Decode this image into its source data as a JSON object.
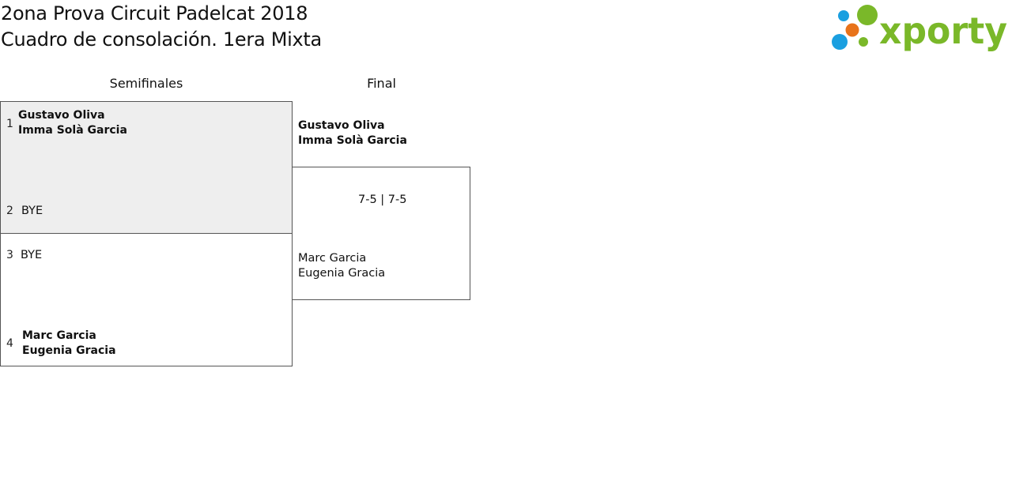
{
  "header": {
    "title_line1": "2ona Prova Circuit Padelcat 2018",
    "title_line2": "Cuadro de consolación. 1era Mixta"
  },
  "logo": {
    "text": "xporty",
    "colors": {
      "green": "#7ab829",
      "blue": "#1a9fe0",
      "orange": "#e8731a"
    }
  },
  "rounds": {
    "semifinals_label": "Semifinales",
    "final_label": "Final"
  },
  "semifinals": [
    {
      "top": {
        "seed": "1",
        "player1": "Gustavo Oliva",
        "player2": "Imma Solà Garcia"
      },
      "bottom": {
        "seed": "2",
        "label": "BYE"
      }
    },
    {
      "top": {
        "seed": "3",
        "label": "BYE"
      },
      "bottom": {
        "seed": "4",
        "player1": "Marc Garcia",
        "player2": "Eugenia Gracia"
      }
    }
  ],
  "final": {
    "top": {
      "player1": "Gustavo Oliva",
      "player2": "Imma Solà Garcia"
    },
    "score": "7-5 | 7-5",
    "bottom": {
      "player1": "Marc Garcia",
      "player2": "Eugenia Gracia"
    }
  }
}
